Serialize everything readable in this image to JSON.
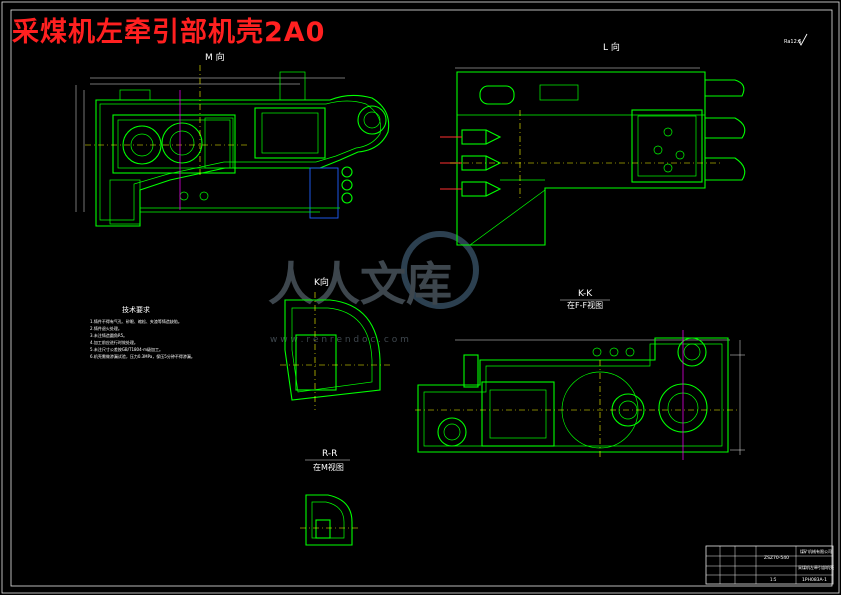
{
  "drawing": {
    "title": "采煤机左牵引部机壳2A0",
    "views": {
      "m": "M 向",
      "l": "L 向",
      "k": "K向",
      "kk": "K-K",
      "kk_sub": "在F-F视图",
      "rr": "R-R",
      "rr_sub": "在M视图"
    },
    "roughness": "Ra12.5",
    "watermark": {
      "text": "人人文库",
      "url": "w w w . r e n r e n d o c . c o m"
    },
    "notes": {
      "heading": "技术要求",
      "lines": [
        "1.铸件不得有气孔、砂眼、缩松、夹渣等铸造缺陷。",
        "2.铸件退火处理。",
        "3.未注铸造圆角R5。",
        "4.加工前应进行时效处理。",
        "5.未注尺寸公差按GB/T1804-m级加工。",
        "6.机壳需做渗漏试验，压力0.3MPa，保压5分钟不得渗漏。"
      ]
    },
    "title_block": {
      "company": "煤矿机械有限公司",
      "drawing_no": "ZSZ70-540",
      "name": "采煤机左牵引部机壳",
      "code": "1PH083A-1",
      "scale": "1:5"
    }
  }
}
